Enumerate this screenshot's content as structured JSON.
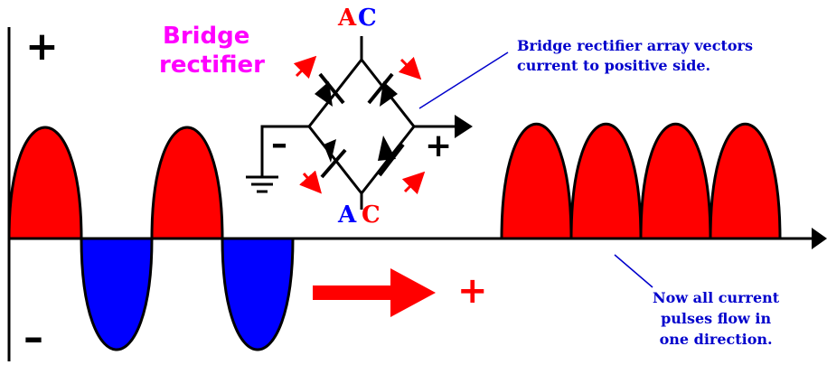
{
  "labels": {
    "plus_left": "+",
    "minus_left": "–",
    "title_line1": "Bridge",
    "title_line2": "rectifier",
    "ac_top_a": "A",
    "ac_top_c": "C",
    "ac_bottom_a": "A",
    "ac_bottom_c": "C",
    "bridge_minus": "–",
    "bridge_plus": "+",
    "arrow_plus": "+",
    "note_top_line1": "Bridge rectifier array vectors",
    "note_top_line2": "current  to positive side.",
    "note_bottom_line1": "Now all current",
    "note_bottom_line2": "pulses flow in",
    "note_bottom_line3": "one direction."
  },
  "colors": {
    "positive": "#ff0000",
    "negative": "#0000ff",
    "title": "#ff00ff",
    "note": "#0000cc",
    "ink": "#000000"
  },
  "icons": [
    "ground-icon",
    "diode-icon",
    "arrow-right-icon"
  ]
}
